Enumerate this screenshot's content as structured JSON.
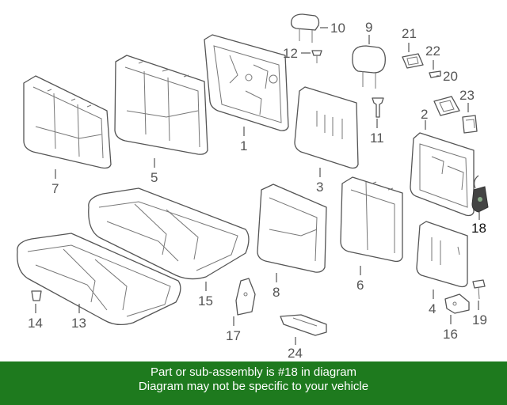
{
  "diagram": {
    "callouts": [
      "1",
      "2",
      "3",
      "4",
      "5",
      "6",
      "7",
      "8",
      "9",
      "10",
      "11",
      "12",
      "13",
      "14",
      "15",
      "16",
      "17",
      "18",
      "19",
      "20",
      "21",
      "22",
      "23",
      "24"
    ],
    "highlighted_part": "18",
    "highlight_color": "#1e7a1e"
  },
  "banner": {
    "line1": "Part or sub-assembly is #18 in diagram",
    "line2": "Diagram may not be specific to your vehicle",
    "background": "#1e7a1e"
  }
}
